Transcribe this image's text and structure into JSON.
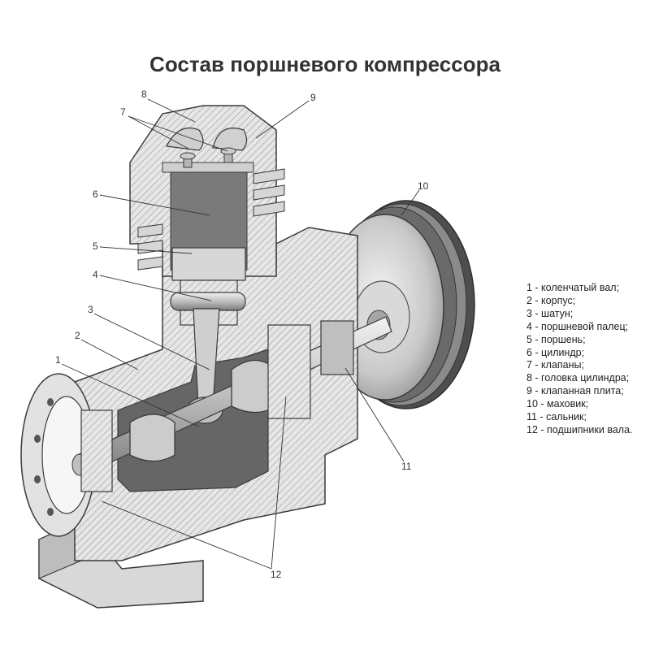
{
  "title": "Состав поршневого компрессора",
  "callouts": [
    "1",
    "2",
    "3",
    "4",
    "5",
    "6",
    "7",
    "8",
    "9",
    "10",
    "11",
    "12"
  ],
  "legend": [
    " 1 - коленчатый вал;",
    " 2 - корпус;",
    " 3 - шатун;",
    " 4 - поршневой палец;",
    " 5 - поршень;",
    " 6 - цилиндр;",
    " 7 - клапаны;",
    " 8 - головка цилиндра;",
    " 9 - клапанная плита;",
    "10 - маховик;",
    "11 - сальник;",
    "12 - подшипники вала."
  ],
  "colors": {
    "outline": "#3a3a3a",
    "section_fill": "#e4e4e4",
    "hatch": "#8a8a8a",
    "cavity": "#6e6e6e",
    "metal": "#c9c9c9",
    "flywheel_dark": "#5a5a5a"
  }
}
